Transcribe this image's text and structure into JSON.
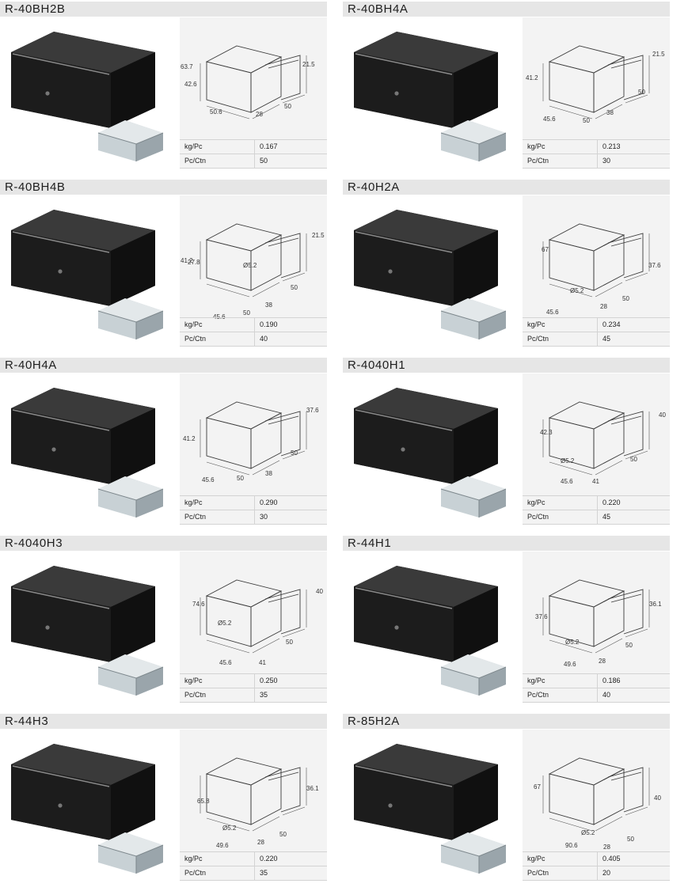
{
  "labels": {
    "weight": "kg/Pc",
    "pack": "Pc/Ctn"
  },
  "colors": {
    "header_bg": "#e6e6e6",
    "panel_bg": "#f3f3f3",
    "part_black": "#1c1c1c",
    "part_silver": "#c6ced2"
  },
  "products": [
    {
      "code": "R-40BH2B",
      "weight": "0.167",
      "pack": "50",
      "dims": [
        "63.7",
        "42.6",
        "21.5",
        "50.6",
        "28",
        "50"
      ]
    },
    {
      "code": "R-40BH4A",
      "weight": "0.213",
      "pack": "30",
      "dims": [
        "41.2",
        "21.5",
        "45.6",
        "50",
        "38",
        "50"
      ]
    },
    {
      "code": "R-40BH4B",
      "weight": "0.190",
      "pack": "40",
      "dims": [
        "41.2",
        "27.8",
        "21.5",
        "Ø5.2",
        "45.6",
        "50",
        "38",
        "50"
      ]
    },
    {
      "code": "R-40H2A",
      "weight": "0.234",
      "pack": "45",
      "dims": [
        "67",
        "37.6",
        "Ø5.2",
        "45.6",
        "28",
        "50"
      ]
    },
    {
      "code": "R-40H4A",
      "weight": "0.290",
      "pack": "30",
      "dims": [
        "41.2",
        "37.6",
        "45.6",
        "50",
        "38",
        "50"
      ]
    },
    {
      "code": "R-4040H1",
      "weight": "0.220",
      "pack": "45",
      "dims": [
        "42.3",
        "40",
        "Ø5.2",
        "45.6",
        "41",
        "50"
      ]
    },
    {
      "code": "R-4040H3",
      "weight": "0.250",
      "pack": "35",
      "dims": [
        "74.6",
        "40",
        "Ø5.2",
        "45.6",
        "41",
        "50"
      ]
    },
    {
      "code": "R-44H1",
      "weight": "0.186",
      "pack": "40",
      "dims": [
        "37.6",
        "36.1",
        "Ø5.2",
        "49.6",
        "28",
        "50"
      ]
    },
    {
      "code": "R-44H3",
      "weight": "0.220",
      "pack": "35",
      "dims": [
        "65.8",
        "36.1",
        "Ø5.2",
        "49.6",
        "28",
        "50"
      ]
    },
    {
      "code": "R-85H2A",
      "weight": "0.405",
      "pack": "20",
      "dims": [
        "67",
        "40",
        "Ø5.2",
        "90.6",
        "28",
        "50"
      ]
    }
  ]
}
